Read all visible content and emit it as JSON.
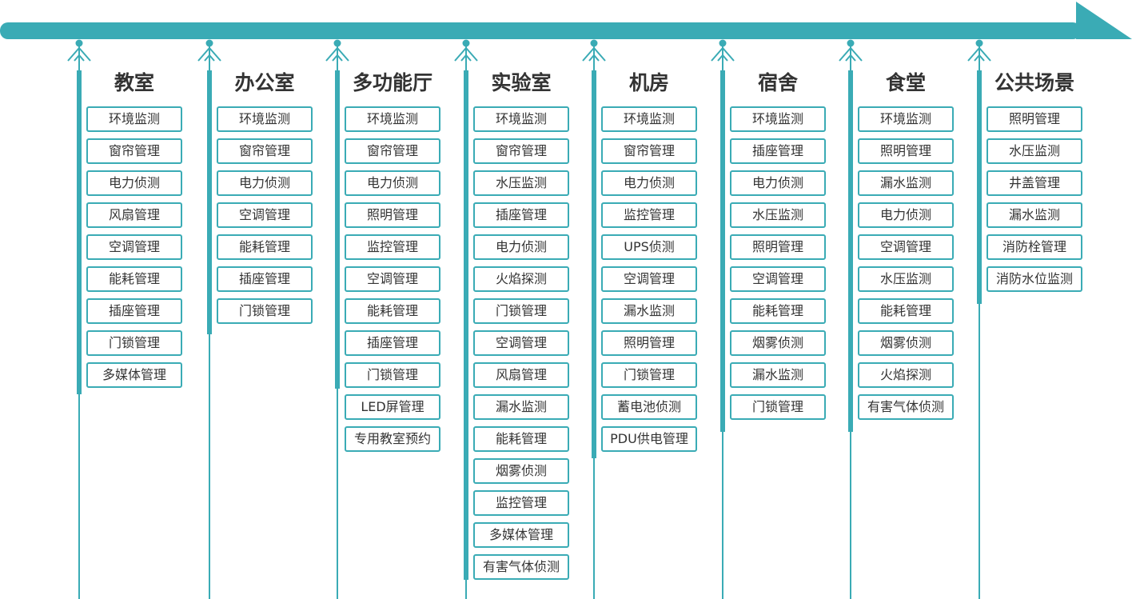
{
  "colors": {
    "accent": "#3aabb5",
    "text": "#333333"
  },
  "columns": [
    {
      "title": "教室",
      "items": [
        "环境监测",
        "窗帘管理",
        "电力侦测",
        "风扇管理",
        "空调管理",
        "能耗管理",
        "插座管理",
        "门锁管理",
        "多媒体管理"
      ]
    },
    {
      "title": "办公室",
      "items": [
        "环境监测",
        "窗帘管理",
        "电力侦测",
        "空调管理",
        "能耗管理",
        "插座管理",
        "门锁管理"
      ]
    },
    {
      "title": "多功能厅",
      "items": [
        "环境监测",
        "窗帘管理",
        "电力侦测",
        "照明管理",
        "监控管理",
        "空调管理",
        "能耗管理",
        "插座管理",
        "门锁管理",
        "LED屏管理",
        "专用教室预约"
      ]
    },
    {
      "title": "实验室",
      "items": [
        "环境监测",
        "窗帘管理",
        "水压监测",
        "插座管理",
        "电力侦测",
        "火焰探测",
        "门锁管理",
        "空调管理",
        "风扇管理",
        "漏水监测",
        "能耗管理",
        "烟雾侦测",
        "监控管理",
        "多媒体管理",
        "有害气体侦测"
      ]
    },
    {
      "title": "机房",
      "items": [
        "环境监测",
        "窗帘管理",
        "电力侦测",
        "监控管理",
        "UPS侦测",
        "空调管理",
        "漏水监测",
        "照明管理",
        "门锁管理",
        "蓄电池侦测",
        "PDU供电管理"
      ]
    },
    {
      "title": "宿舍",
      "items": [
        "环境监测",
        "插座管理",
        "电力侦测",
        "水压监测",
        "照明管理",
        "空调管理",
        "能耗管理",
        "烟雾侦测",
        "漏水监测",
        "门锁管理"
      ]
    },
    {
      "title": "食堂",
      "items": [
        "环境监测",
        "照明管理",
        "漏水监测",
        "电力侦测",
        "空调管理",
        "水压监测",
        "能耗管理",
        "烟雾侦测",
        "火焰探测",
        "有害气体侦测"
      ]
    },
    {
      "title": "公共场景",
      "items": [
        "照明管理",
        "水压监测",
        "井盖管理",
        "漏水监测",
        "消防栓管理",
        "消防水位监测"
      ]
    }
  ]
}
